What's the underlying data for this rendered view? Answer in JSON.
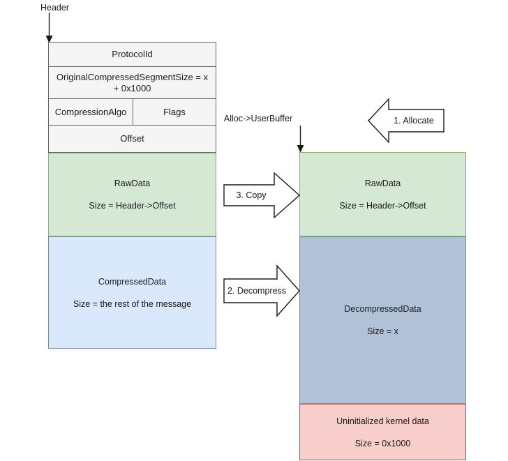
{
  "diagram": {
    "title_label": "Header",
    "alloc_label": "Alloc->UserBuffer",
    "source_message": {
      "header_rows": [
        {
          "text": "ProtocolId"
        },
        {
          "text": "OriginalCompressedSegmentSize = x + 0x1000"
        },
        {
          "left": "CompressionAlgo",
          "right": "Flags"
        },
        {
          "text": "Offset"
        }
      ],
      "blocks": [
        {
          "name": "RawData",
          "size": "Size = Header->Offset",
          "color": "#d5e8d4",
          "border": "#82b366"
        },
        {
          "name": "CompressedData",
          "size": "Size = the rest of the message",
          "color": "#dae8fc",
          "border": "#6c8ebf"
        }
      ]
    },
    "destination_buffer": {
      "blocks": [
        {
          "name": "RawData",
          "size": "Size = Header->Offset",
          "color": "#d5e8d4",
          "border": "#82b366"
        },
        {
          "name": "DecompressedData",
          "size": "Size = x",
          "color": "#b1c2d8",
          "border": "#6c8ebf"
        },
        {
          "name": "Uninitialized kernel data",
          "size": "Size = 0x1000",
          "color": "#f8cecc",
          "border": "#b85450"
        }
      ]
    },
    "steps": [
      {
        "id": "allocate",
        "label": "1. Allocate",
        "direction": "left"
      },
      {
        "id": "decompress",
        "label": "2. Decompress",
        "direction": "right"
      },
      {
        "id": "copy",
        "label": "3. Copy",
        "direction": "right"
      }
    ],
    "colors": {
      "background": "#ffffff",
      "header_fill": "#f5f5f5",
      "header_stroke": "#666666",
      "stroke": "#1a1a1a"
    }
  }
}
